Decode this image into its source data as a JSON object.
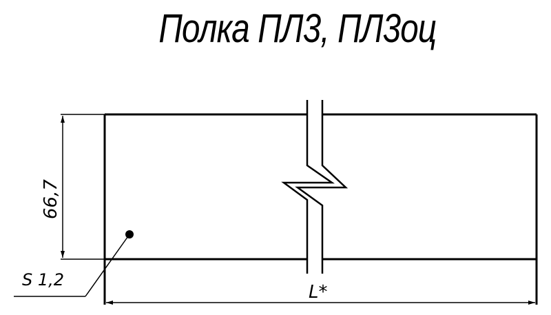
{
  "title": "Полка ПЛ3, ПЛ3оц",
  "drawing": {
    "height_dimension": "66,7",
    "thickness_label": "S 1,2",
    "length_label": "L*",
    "line_color": "#000000",
    "background": "#ffffff"
  }
}
